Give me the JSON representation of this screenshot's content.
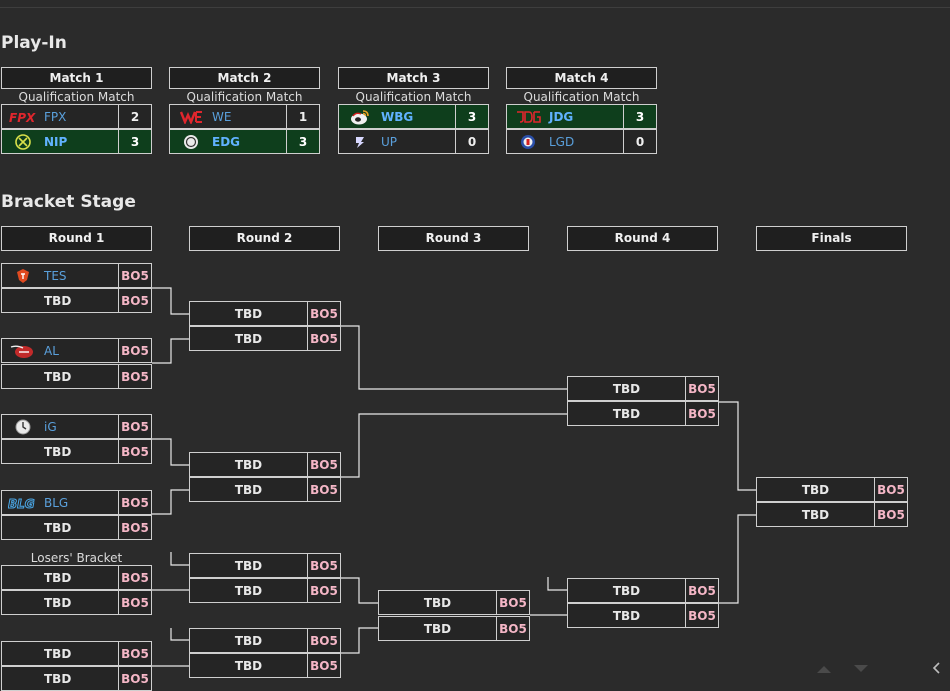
{
  "playin": {
    "title": "Play-In",
    "matches": [
      {
        "header": "Match 1",
        "sub": "Qualification Match",
        "teams": [
          {
            "name": "FPX",
            "score": "2",
            "win": false,
            "icon": "fpx-logo-icon"
          },
          {
            "name": "NIP",
            "score": "3",
            "win": true,
            "icon": "nip-logo-icon"
          }
        ]
      },
      {
        "header": "Match 2",
        "sub": "Qualification Match",
        "teams": [
          {
            "name": "WE",
            "score": "1",
            "win": false,
            "icon": "we-logo-icon"
          },
          {
            "name": "EDG",
            "score": "3",
            "win": true,
            "icon": "edg-logo-icon"
          }
        ]
      },
      {
        "header": "Match 3",
        "sub": "Qualification Match",
        "teams": [
          {
            "name": "WBG",
            "score": "3",
            "win": true,
            "icon": "wbg-logo-icon"
          },
          {
            "name": "UP",
            "score": "0",
            "win": false,
            "icon": "up-logo-icon"
          }
        ]
      },
      {
        "header": "Match 4",
        "sub": "Qualification Match",
        "teams": [
          {
            "name": "JDG",
            "score": "3",
            "win": true,
            "icon": "jdg-logo-icon"
          },
          {
            "name": "LGD",
            "score": "0",
            "win": false,
            "icon": "lgd-logo-icon"
          }
        ]
      }
    ]
  },
  "bracket": {
    "title": "Bracket Stage",
    "rounds": [
      "Round 1",
      "Round 2",
      "Round 3",
      "Round 4",
      "Finals"
    ],
    "losers_label": "Losers' Bracket",
    "format": "BO5",
    "tbd": "TBD",
    "round1_teams": [
      {
        "name": "TES",
        "icon": "tes-logo-icon"
      },
      {
        "name": "AL",
        "icon": "al-logo-icon"
      },
      {
        "name": "iG",
        "icon": "ig-logo-icon"
      },
      {
        "name": "BLG",
        "icon": "blg-logo-icon"
      }
    ]
  },
  "colors": {
    "background": "#2b2b2b",
    "win_row": "#0e3e1c",
    "team_link": "#5aa0dc",
    "format_text": "#f4b6c6",
    "connector": "#e8e8e8"
  }
}
